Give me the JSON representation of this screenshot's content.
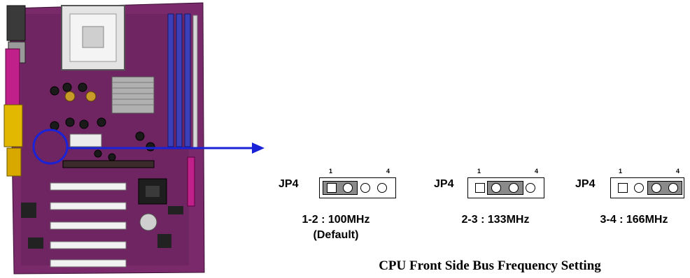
{
  "jumpers": [
    {
      "name": "JP4",
      "pin_first": "1",
      "pin_last": "4",
      "setting": "1-2 : 100MHz",
      "note": "(Default)",
      "closed_pins": [
        1,
        2
      ]
    },
    {
      "name": "JP4",
      "pin_first": "1",
      "pin_last": "4",
      "setting": "2-3 : 133MHz",
      "note": "",
      "closed_pins": [
        2,
        3
      ]
    },
    {
      "name": "JP4",
      "pin_first": "1",
      "pin_last": "4",
      "setting": "3-4 : 166MHz",
      "note": "",
      "closed_pins": [
        3,
        4
      ]
    }
  ],
  "caption": "CPU Front Side Bus Frequency Setting",
  "colors": {
    "pcb": "#7a2a6a",
    "pcb_dark": "#4a1440",
    "dimm_slot": "#3b3fb8",
    "pci_slot": "#f2f2f2",
    "io_yellow": "#e3b800",
    "io_magenta": "#c0208a",
    "arrow": "#1a22d8",
    "highlight_circle": "#1a22d8",
    "shunt": "#8a8a8a"
  }
}
